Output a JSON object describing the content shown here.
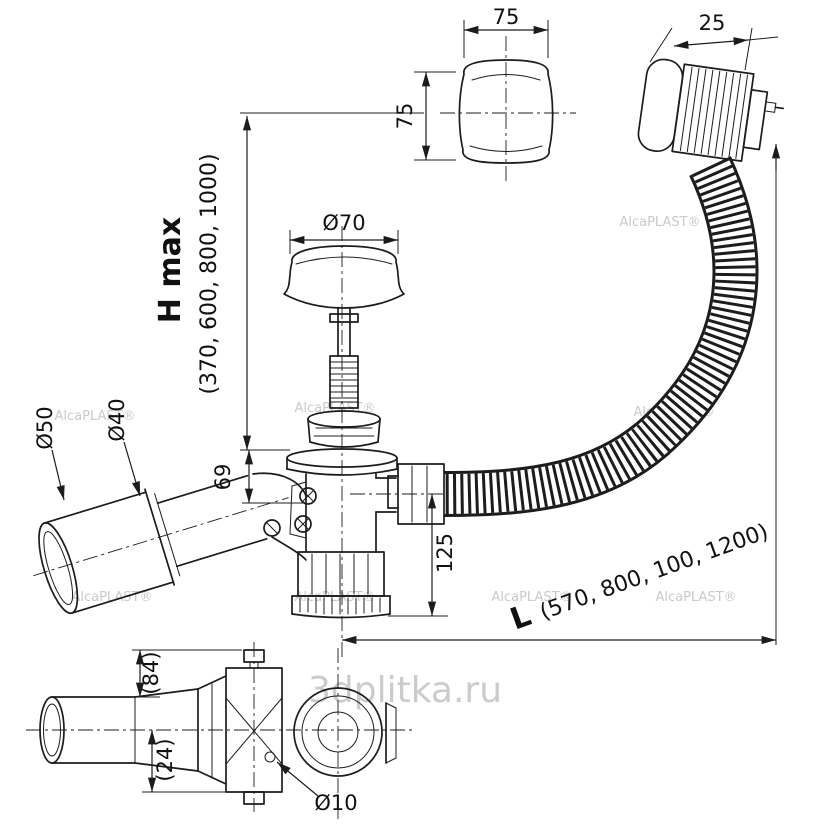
{
  "drawing": {
    "type": "technical-drawing",
    "subject": "bath waste, overflow and filling set with flexible hose and remote knob"
  },
  "dimensions": {
    "knob_width": "75",
    "knob_height": "75",
    "cable_head_depth": "25",
    "plug_diameter": "Ø70",
    "h_max": {
      "label": "H max",
      "values": "(370, 600, 800, 1000)"
    },
    "outlet_outer_diameter": "Ø50",
    "outlet_inner_diameter": "Ø40",
    "flange_to_outlet": "69",
    "body_height": "125",
    "length": {
      "label": "L",
      "values": "(570, 800, 100, 1200)"
    },
    "side_view_height": "(84)",
    "side_view_offset": "(24)",
    "pin_hole_diameter": "Ø10"
  },
  "watermarks": {
    "brand": "AlcaPLAST®",
    "site": "3dplitka.ru"
  },
  "colors": {
    "line": "#1c1c1c",
    "watermark": "#c9c9c9",
    "background": "#ffffff"
  }
}
